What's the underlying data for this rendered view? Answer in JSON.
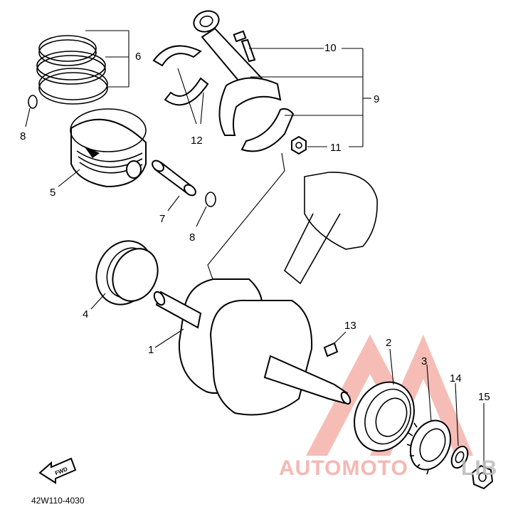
{
  "diagram": {
    "part_code": "42W110-4030",
    "fwd_label": "FWD",
    "callouts": {
      "c1": "1",
      "c2": "2",
      "c3": "3",
      "c4": "4",
      "c5": "5",
      "c6": "6",
      "c7": "7",
      "c8a": "8",
      "c8b": "8",
      "c9": "9",
      "c10": "10",
      "c11": "11",
      "c12": "12",
      "c13": "13",
      "c14": "14",
      "c15": "15"
    }
  },
  "watermark": {
    "text": "AUTOMOTO",
    "suffix": "LIB",
    "color": "#f3a79f",
    "suffix_color": "#b9b9b9"
  }
}
